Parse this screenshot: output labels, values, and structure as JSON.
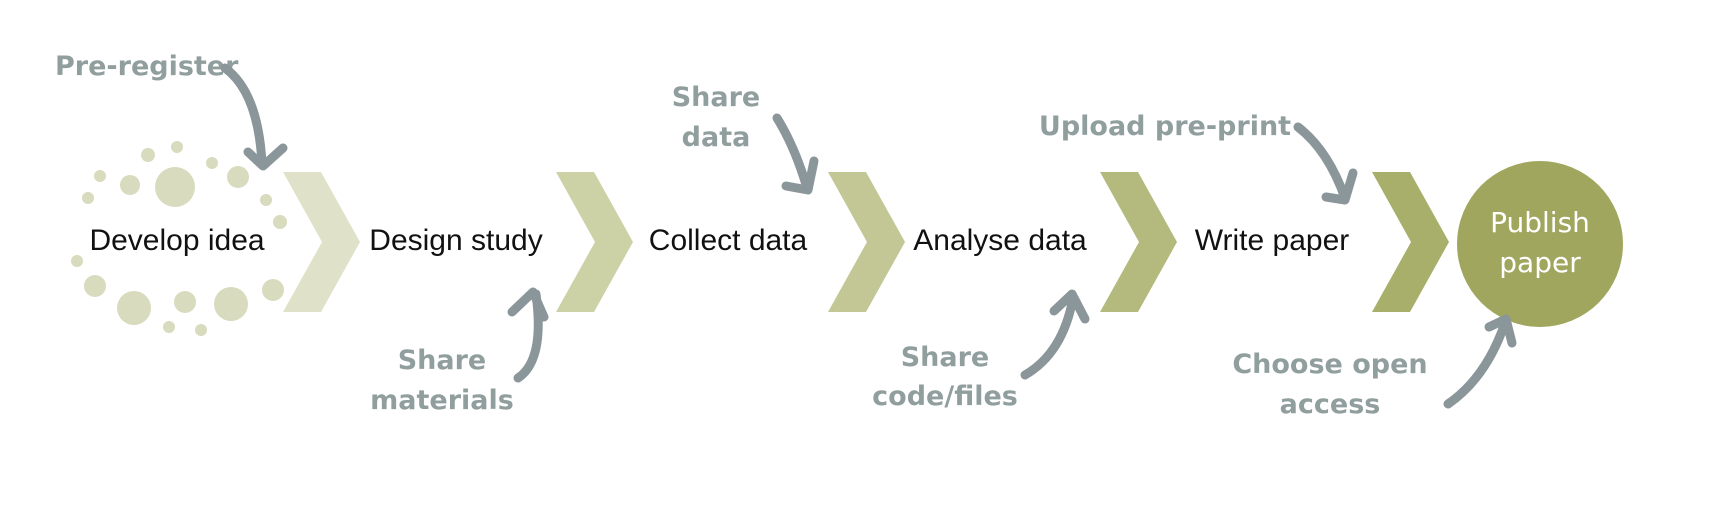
{
  "steps": [
    {
      "label": "Develop idea"
    },
    {
      "label": "Design study"
    },
    {
      "label": "Collect data"
    },
    {
      "label": "Analyse data"
    },
    {
      "label": "Write paper"
    }
  ],
  "final_step": {
    "line1": "Publish",
    "line2": "paper",
    "color": "#a0a65e"
  },
  "actions": {
    "pre_register": {
      "line1": "Pre-register"
    },
    "share_materials": {
      "line1": "Share",
      "line2": "materials"
    },
    "share_data": {
      "line1": "Share",
      "line2": "data"
    },
    "share_code": {
      "line1": "Share",
      "line2": "code/files"
    },
    "upload_preprint": {
      "line1": "Upload pre-print"
    },
    "choose_open_access": {
      "line1": "Choose open",
      "line2": "access"
    }
  },
  "colors": {
    "chevron_1": "#dfe2c8",
    "chevron_2": "#cdd2a6",
    "chevron_3": "#c2c795",
    "chevron_4": "#b4ba7d",
    "chevron_5": "#a8af6a",
    "dots": "#d8dbbe",
    "action_text": "#919e9e",
    "arrow": "#8a969a"
  }
}
